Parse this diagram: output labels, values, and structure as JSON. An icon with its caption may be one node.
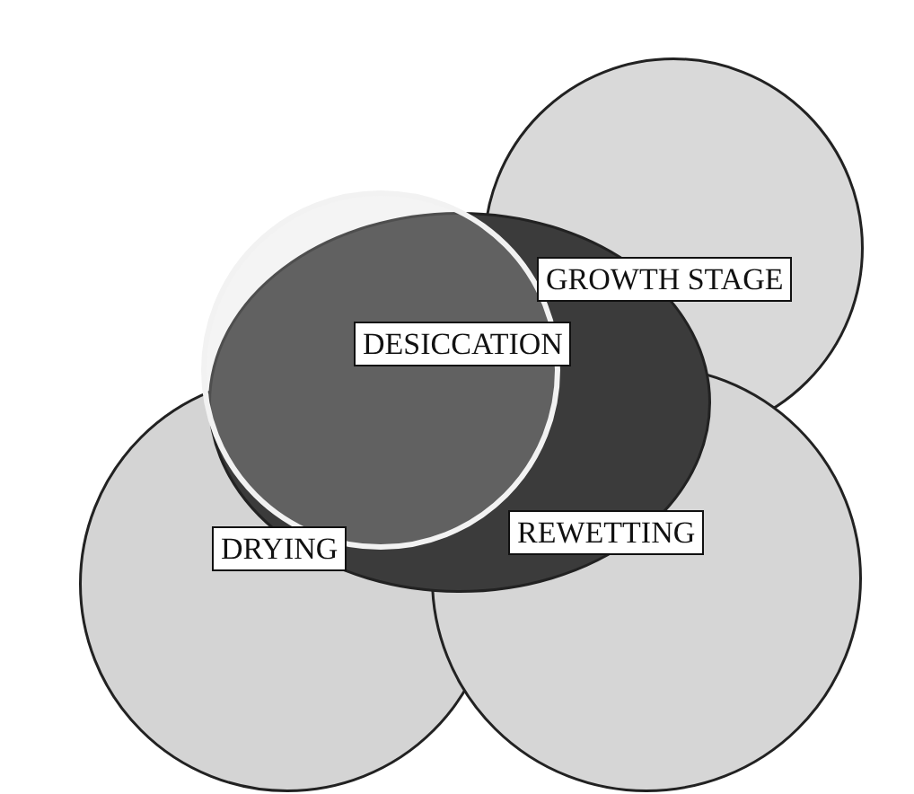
{
  "diagram": {
    "nodes": [
      {
        "text": [
          "GROWTH STAGE"
        ]
      },
      {
        "text": [
          "DESICCATION"
        ]
      },
      {
        "text": [],
        "shape": "circle"
      },
      {
        "text": [
          "DRYING"
        ]
      },
      {
        "text": [
          "REWETTING"
        ]
      }
    ]
  }
}
